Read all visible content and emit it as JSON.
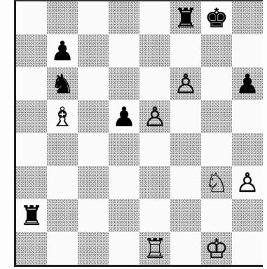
{
  "board": {
    "orientation": "white-bottom",
    "squares": [
      [
        "",
        "",
        "",
        "",
        "",
        "r",
        "k",
        ""
      ],
      [
        "",
        "p",
        "",
        "",
        "",
        "",
        "",
        ""
      ],
      [
        "",
        "n",
        "",
        "",
        "",
        "P",
        "",
        "p"
      ],
      [
        "",
        "B",
        "",
        "p",
        "P",
        "",
        "",
        ""
      ],
      [
        "",
        "",
        "",
        "",
        "",
        "",
        "",
        ""
      ],
      [
        "",
        "",
        "",
        "",
        "",
        "",
        "N",
        "P"
      ],
      [
        "r",
        "",
        "",
        "",
        "",
        "",
        "",
        ""
      ],
      [
        "",
        "",
        "",
        "",
        "R",
        "",
        "K",
        ""
      ]
    ]
  },
  "glyphs": {
    "K": "♔",
    "Q": "♕",
    "R": "♖",
    "B": "♗",
    "N": "♘",
    "P": "♙",
    "k": "♚",
    "q": "♛",
    "r": "♜",
    "b": "♝",
    "n": "♞",
    "p": "♟"
  },
  "colors": {
    "dark_square": "#d9d9d9",
    "light_square": "#fbfbfb",
    "border": "#222222"
  }
}
